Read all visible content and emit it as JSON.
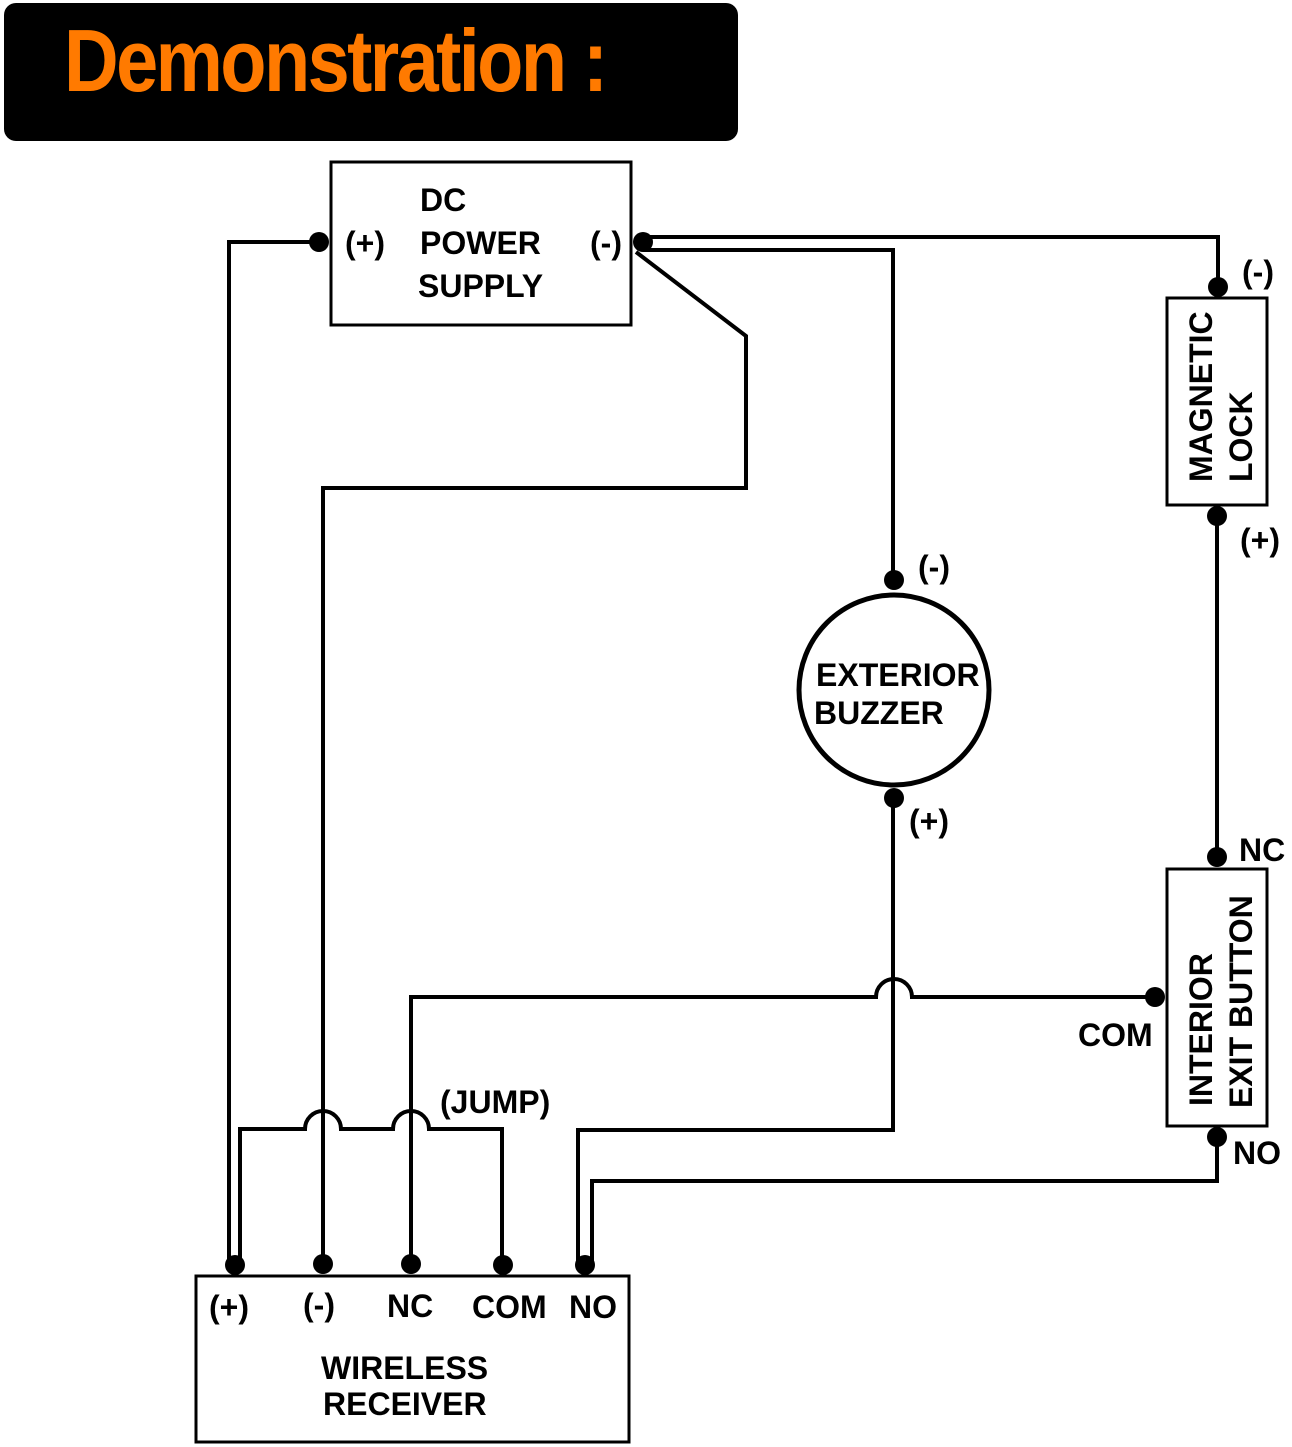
{
  "banner": {
    "title": "Demonstration :",
    "title_color": "#ff7a00",
    "background": "#000000"
  },
  "components": {
    "power_supply": {
      "line1": "DC",
      "line2": "POWER",
      "line3": "SUPPLY",
      "plus": "(+)",
      "minus": "(-)"
    },
    "magnetic_lock": {
      "line1": "MAGNETIC",
      "line2": "LOCK",
      "minus": "(-)",
      "plus": "(+)"
    },
    "buzzer": {
      "line1": "EXTERIOR",
      "line2": "BUZZER",
      "minus": "(-)",
      "plus": "(+)"
    },
    "exit_button": {
      "line1": "INTERIOR",
      "line2": "EXIT BUTTON",
      "nc": "NC",
      "com": "COM",
      "no": "NO"
    },
    "receiver": {
      "line1": "WIRELESS",
      "line2": "RECEIVER",
      "terminals": [
        "(+)",
        "(-)",
        "NC",
        "COM",
        "NO"
      ]
    },
    "jump_label": "(JUMP)"
  }
}
